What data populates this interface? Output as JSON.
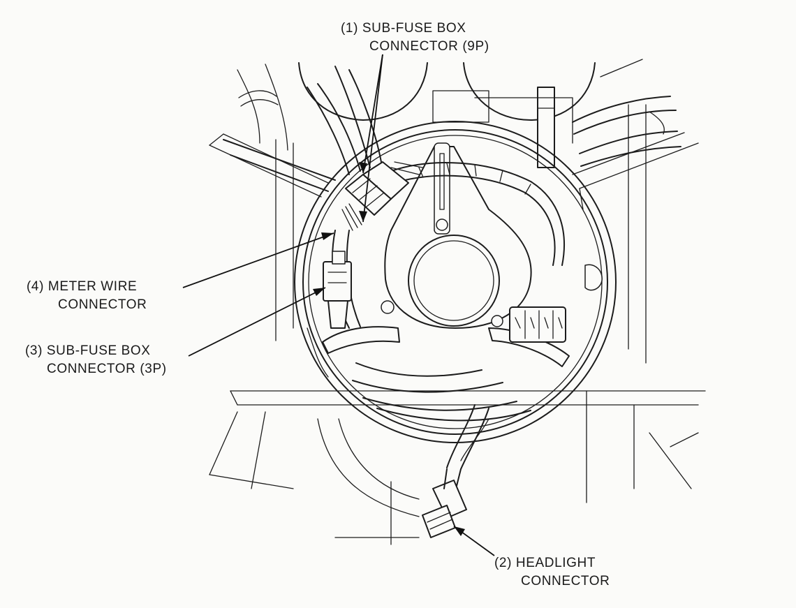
{
  "diagram": {
    "callouts": [
      {
        "id": "sub-fuse-box-connector-9p",
        "lines": [
          "(1) SUB-FUSE BOX",
          "CONNECTOR (9P)"
        ]
      },
      {
        "id": "headlight-connector",
        "lines": [
          "(2) HEADLIGHT",
          "CONNECTOR"
        ]
      },
      {
        "id": "sub-fuse-box-connector-3p",
        "lines": [
          "(3) SUB-FUSE BOX",
          "CONNECTOR (3P)"
        ]
      },
      {
        "id": "meter-wire-connector",
        "lines": [
          "(4) METER WIRE",
          "CONNECTOR"
        ]
      }
    ]
  }
}
